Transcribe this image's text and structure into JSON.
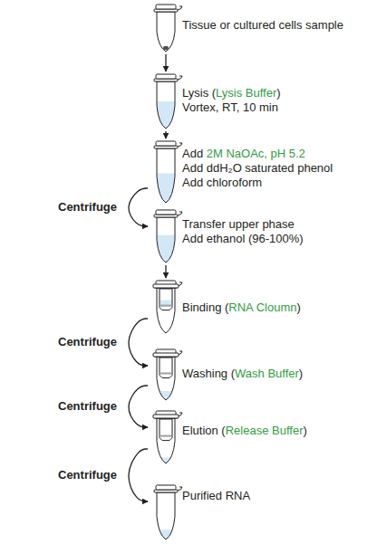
{
  "diagram": {
    "nodes": [
      {
        "text": [
          "Tissue or cultured cells sample"
        ]
      },
      {
        "text": [
          "Lysis (Lysis Buffer)",
          "Vortex, RT, 10 min"
        ]
      },
      {
        "text": [
          "Add 2M NaOAc, pH 5.2",
          "Add ddH₂O saturated phenol",
          "Add chloroform"
        ]
      },
      {
        "text": [
          "Transfer upper phase",
          "Add ethanol (96-100%)"
        ]
      },
      {
        "text": [
          "Binding (RNA Cloumn)"
        ]
      },
      {
        "text": [
          "Washing (Wash Buffer)"
        ]
      },
      {
        "text": [
          "Elution (Release Buffer)"
        ]
      },
      {
        "text": [
          "Purified RNA"
        ]
      }
    ],
    "edges": [
      {
        "from": 0,
        "to": 1,
        "arrow": "to"
      },
      {
        "from": 1,
        "to": 2,
        "arrow": "to"
      },
      {
        "from": 2,
        "to": 3,
        "arrow": "to",
        "label": "Centrifuge"
      },
      {
        "from": 3,
        "to": 4,
        "arrow": "to"
      },
      {
        "from": 4,
        "to": 5,
        "arrow": "to",
        "label": "Centrifuge"
      },
      {
        "from": 5,
        "to": 6,
        "arrow": "to",
        "label": "Centrifuge"
      },
      {
        "from": 6,
        "to": 7,
        "arrow": "to",
        "label": "Centrifuge"
      }
    ]
  }
}
